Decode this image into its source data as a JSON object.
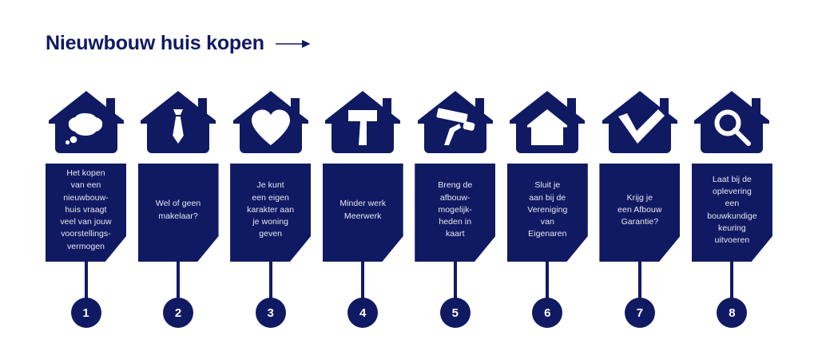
{
  "header": {
    "title": "Nieuwbouw huis kopen",
    "arrow_icon": "arrow-right-icon"
  },
  "theme": {
    "navy": "#101a63",
    "card_text": "#e8e8ef",
    "background": "#ffffff"
  },
  "steps": [
    {
      "number": "1",
      "icon": "thought-bubble-house-icon",
      "text": "Het kopen\nvan een\nnieuwbouw-\nhuis vraagt\nveel van jouw\nvoorstellings-\nvermogen"
    },
    {
      "number": "2",
      "icon": "necktie-house-icon",
      "text": "Wel of geen\nmakelaar?"
    },
    {
      "number": "3",
      "icon": "heart-house-icon",
      "text": "Je kunt\neen eigen\nkarakter aan\nje woning\ngeven"
    },
    {
      "number": "4",
      "icon": "hammer-house-icon",
      "text": "Minder werk\nMeerwerk"
    },
    {
      "number": "5",
      "icon": "paint-roller-house-icon",
      "text": "Breng de\nafbouw-\nmogelijk-\nheden in\nkaart"
    },
    {
      "number": "6",
      "icon": "inner-house-house-icon",
      "text": "Sluit je\naan bij de\nVereniging\nvan\nEigenaren"
    },
    {
      "number": "7",
      "icon": "checkmark-house-icon",
      "text": "Krijg je\neen Afbouw\nGarantie?"
    },
    {
      "number": "8",
      "icon": "magnifier-house-icon",
      "text": "Laat bij de\noplevering\neen\nbouwkundige\nkeuring\nuitvoeren"
    }
  ]
}
